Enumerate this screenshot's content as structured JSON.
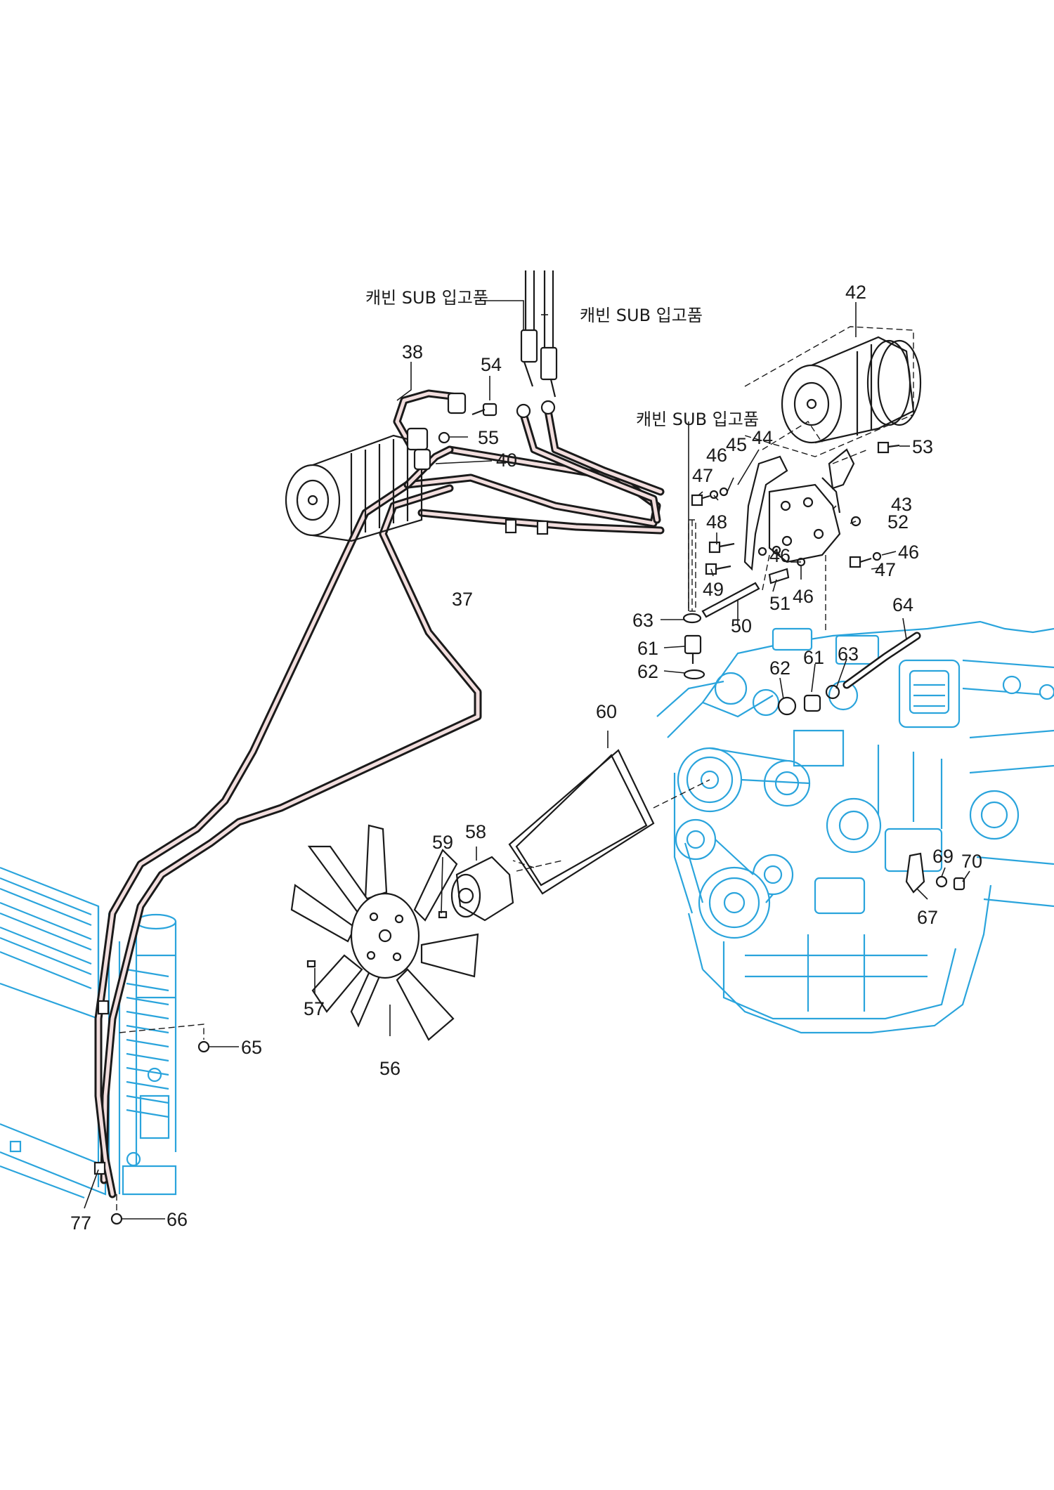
{
  "callouts": {
    "cabin_sub_1": "캐빈 SUB 입고품",
    "cabin_sub_2": "캐빈 SUB 입고품",
    "cabin_sub_3": "캐빈 SUB 입고품",
    "p37": "37",
    "p38": "38",
    "p40": "40",
    "p42": "42",
    "p43": "43",
    "p44": "44",
    "p45": "45",
    "p46a": "46",
    "p46b": "46",
    "p46c": "46",
    "p46d": "46",
    "p47a": "47",
    "p47b": "47",
    "p48": "48",
    "p49": "49",
    "p50": "50",
    "p51": "51",
    "p52": "52",
    "p53": "53",
    "p54": "54",
    "p55": "55",
    "p56": "56",
    "p57": "57",
    "p58": "58",
    "p59": "59",
    "p60": "60",
    "p61a": "61",
    "p61b": "61",
    "p62a": "62",
    "p62b": "62",
    "p63a": "63",
    "p63b": "63",
    "p64": "64",
    "p65": "65",
    "p66": "66",
    "p67": "67",
    "p69": "69",
    "p70": "70",
    "p77": "77"
  },
  "colors": {
    "engine_linework": "#2aa4dc",
    "part_linework": "#1a1a1a",
    "ac_line_tint": "#f2dede"
  }
}
